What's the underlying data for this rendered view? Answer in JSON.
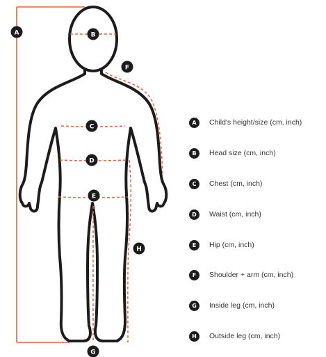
{
  "colors": {
    "outline": "#1c1c1c",
    "measure": "#e8633a",
    "badge": "#1c1c1c",
    "text": "#333333"
  },
  "markers": {
    "A": "A",
    "B": "B",
    "C": "C",
    "D": "D",
    "E": "E",
    "F": "F",
    "G": "G",
    "H": "H"
  },
  "legend": [
    {
      "letter": "A",
      "label": "Child's height/size (cm, inch)"
    },
    {
      "letter": "B",
      "label": "Head size (cm, inch)"
    },
    {
      "letter": "C",
      "label": "Chest (cm, inch)"
    },
    {
      "letter": "D",
      "label": "Waist (cm, inch)"
    },
    {
      "letter": "E",
      "label": "Hip (cm, inch)"
    },
    {
      "letter": "F",
      "label": "Shoulder + arm (cm, inch)"
    },
    {
      "letter": "G",
      "label": "Inside leg (cm, inch)"
    },
    {
      "letter": "H",
      "label": "Outside leg (cm, inch)"
    }
  ]
}
